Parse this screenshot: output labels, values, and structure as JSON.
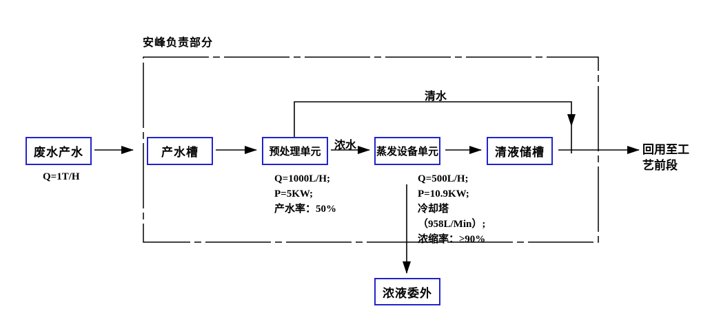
{
  "diagram": {
    "title": "安峰负责部分",
    "nodes": {
      "wastewater": "废水产水",
      "product_tank": "产水槽",
      "pretreatment": "预处理单元",
      "evaporation": "蒸发设备单元",
      "clear_tank": "清液储槽",
      "concentrate_outsourced": "浓液委外"
    },
    "flow_labels": {
      "concentrated_water": "浓水",
      "clear_water": "清水",
      "reuse_line1": "回用至工",
      "reuse_line2": "艺前段"
    },
    "annotations": {
      "wastewater_flow": "Q=1T/H",
      "pretreatment_lines": [
        "Q=1000L/H;",
        "P=5KW;",
        "产水率：50%"
      ],
      "evaporation_lines": [
        "Q=500L/H;",
        "P=10.9KW;",
        "冷却塔",
        "（958L/Min）;",
        "浓缩率：≥90%"
      ]
    },
    "colors": {
      "node_border": "#2222CC",
      "line": "#000000",
      "text": "#000000",
      "background": "#ffffff"
    }
  }
}
